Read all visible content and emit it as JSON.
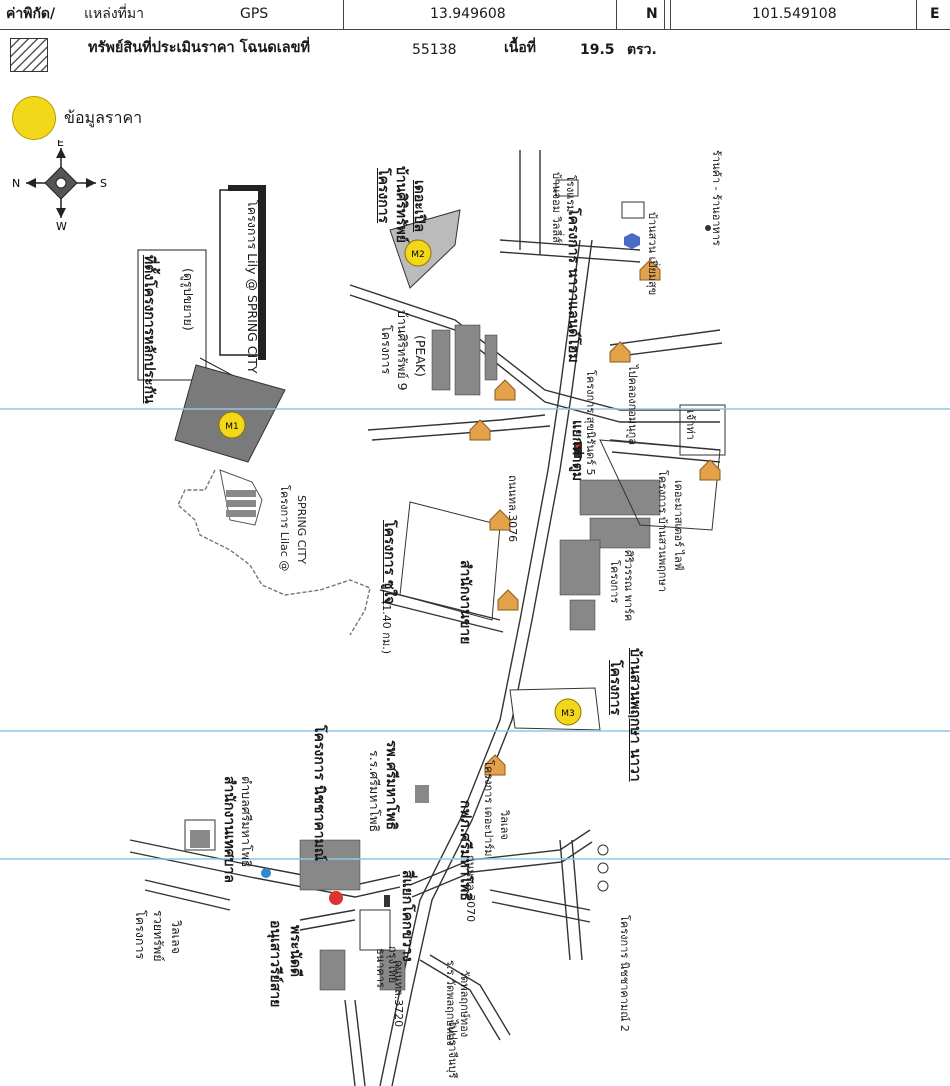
{
  "header": {
    "coord_label": "ค่าพิกัด/",
    "source_label": "แหล่งที่มา",
    "source_value": "GPS",
    "latitude": "13.949608",
    "lat_dir": "N",
    "longitude": "101.549108",
    "lon_dir": "E"
  },
  "property": {
    "label": "ทรัพย์สินที่ประเมินราคา โฉนดเลขที่",
    "deed_no": "55138",
    "area_label": "เนื้อที่",
    "area_value": "19.5",
    "area_unit": "ตรว."
  },
  "legend": {
    "price_info": "ข้อมูลราคา"
  },
  "compass": {
    "n": "N",
    "s": "S",
    "e": "E",
    "w": "W"
  },
  "markers": {
    "m1": "M1",
    "m2": "M2",
    "m3": "M3"
  },
  "labels": {
    "lily": "โครงการ Lily @ SPRING CITY",
    "stop_sign_a": "ที่ตั้งโครงการหลักประกัน",
    "stop_sign_b": "(ดูรูปขยาย)",
    "lilac": "โครงการ Lilac @",
    "lilac_b": "SPRING CITY",
    "baan_sirisap_deca_a": "โครงการ",
    "baan_sirisap_deca_b": "บ้านศิริทรัพย์",
    "baan_sirisap_deca_c": "เดอะเปิล",
    "baan_sirisap9_a": "โครงการ",
    "baan_sirisap9_b": "บ้านศิริทรัพย์ 9",
    "baan_sirisap9_c": "(PEAK)",
    "nava_a": "โครงการ นาวาแลนด์โฮม",
    "suanchan_a": "โครงการ สุขนิรันดร์ 5",
    "baan_suan_a": "บ้านสวน เปี่ยมสุข",
    "banjong_a": "โรงแรม",
    "banjong_b": "บ้านจอม วิลลี่ส์",
    "kokmon": "ไปคลองกอมนุกูล",
    "wat_road": "ร้านค้า - ร้านอาหาร",
    "kiosk": "เจ้าท่า",
    "suchai": "โครงการ ซูใจ",
    "intersection": "แยกท่าตูม",
    "nuan_office": "สำนักงานขาย",
    "nuan_dist": "(1.40 กม.)",
    "srisawan_a": "โครงการ",
    "srisawan_b": "ศิริวรรณ พาร์ค",
    "baan_suan_pruksa_a": "โครงการ บ้านสวนพฤกษา",
    "baan_suan_pruksa_b": "เดอะมาสเตอร์ ไลฟ์",
    "nava_bottom_a": "โครงการ",
    "nava_bottom_b": "บ้านสวนพฤกษา นาวา",
    "nitchanam": "โครงการ นิชชาคามณ์",
    "srimaha_a": "ร.ร.ศรีมหาโพธิ",
    "srimaha_b": "รพ.ศรีมหาโพธิ",
    "srimaha_office_a": "สำนักงานเทศบาล",
    "srimaha_office_b": "ตำบลศรีมหาโพธิ",
    "dekdee_a": "กฟภ.ศรีมหาโพธิ",
    "dekdee_b": "โครงการ เดอะปาร์ม",
    "dekdee_c": "วิลเลจ",
    "dekchak": "สี่แยกโคกขวาง",
    "road_3076": "ถนนทล.3076",
    "road_3070": "ถนนทล.3070",
    "road_3720": "ถนนทล.3720",
    "ruamsap_a": "โครงการ",
    "ruamsap_b": "รวยทรัพย์",
    "ruamsap_c": "วิลเลจ",
    "monument_a": "อนุเสาวรีย์สาย",
    "monument_b": "พระนัดดี",
    "bank_a": "ธนาคาร",
    "bank_b": "กรุงไทย",
    "wat_a": "ร.ร.วัดพลฤกษ์ทอง",
    "wat_b": "วัดพลฤกษ์ทอง",
    "nitchanam2": "โครงการ นิชชาคามณ์ 2",
    "to_prachin": "ไปปราจีนบุรี"
  },
  "colors": {
    "marker_fill": "#f3d81a",
    "marker_stroke": "#8b7400",
    "block_fill": "#7a7a7a",
    "road": "#333333",
    "house_icon": "#e3a24a",
    "scan_line": "#8fc7e8"
  }
}
